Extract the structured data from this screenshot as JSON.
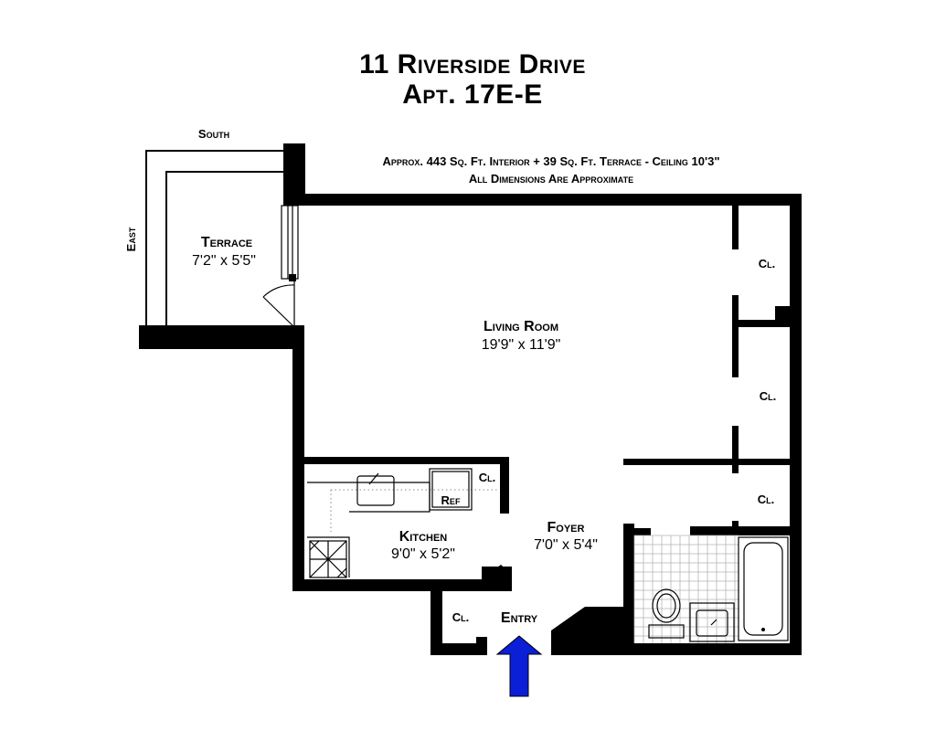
{
  "title": {
    "line1": "11 Riverside Drive",
    "line2": "Apt. 17E-E"
  },
  "notes": {
    "area": "Approx. 443 Sq. Ft. Interior + 39 Sq. Ft. Terrace - Ceiling 10'3\"",
    "disclaimer": "All Dimensions Are Approximate"
  },
  "compass": {
    "south": "South",
    "east": "East"
  },
  "rooms": {
    "terrace": {
      "name": "Terrace",
      "dims": "7'2\"  x  5'5\""
    },
    "living_room": {
      "name": "Living Room",
      "dims": "19'9\"  x  11'9\""
    },
    "kitchen": {
      "name": "Kitchen",
      "dims": "9'0\"  x  5'2\""
    },
    "foyer": {
      "name": "Foyer",
      "dims": "7'0\"  x  5'4\""
    }
  },
  "closets": {
    "cl_upper": "Cl.",
    "cl_middle": "Cl.",
    "cl_lower": "Cl.",
    "cl_kitchen": "Cl.",
    "cl_entry": "Cl."
  },
  "fixtures": {
    "refrigerator": "Ref"
  },
  "entry": {
    "label": "Entry",
    "arrow_color": "#0a1fd6"
  }
}
